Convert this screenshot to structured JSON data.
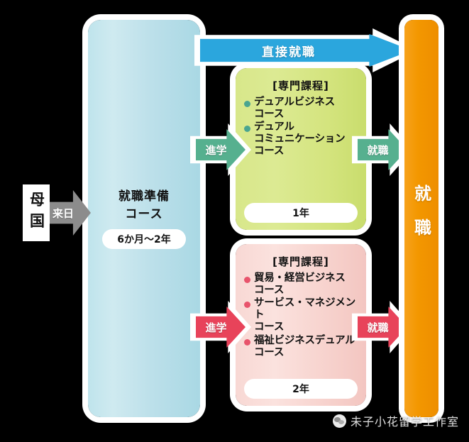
{
  "diagram": {
    "origin": {
      "label": "母国",
      "transition_label": "来日"
    },
    "preparation": {
      "title": "就職準備\nコース",
      "duration": "6か月～2年"
    },
    "direct_path": {
      "label": "直接就職"
    },
    "programs": [
      {
        "id": "green",
        "header": "[専門課程]",
        "courses": [
          "デュアルビジネス\nコース",
          "デュアル\nコミュニケーション\nコース"
        ],
        "duration": "1年",
        "enter_label": "進学",
        "exit_label": "就職",
        "box_color": "#d8e78a",
        "bullet_color": "#4aa590",
        "arrow_color": "#56b08f"
      },
      {
        "id": "pink",
        "header": "[専門課程]",
        "courses": [
          "貿易・経営ビジネス\nコース",
          "サービス・マネジメント\nコース",
          "福祉ビジネスデュアル\nコース"
        ],
        "duration": "2年",
        "enter_label": "進学",
        "exit_label": "就職",
        "box_color": "#f8d8d4",
        "bullet_color": "#e8546c",
        "arrow_color": "#e8435a"
      }
    ],
    "destination": {
      "label": "就職",
      "color": "#f39400"
    },
    "watermark": {
      "icon": "wechat-icon",
      "text": "未子小花留学工作室"
    },
    "colors": {
      "background": "#000000",
      "preparation_box": "#bfe4ec",
      "direct_arrow": "#2ba6dd",
      "employment_bar": "#f39400"
    }
  }
}
